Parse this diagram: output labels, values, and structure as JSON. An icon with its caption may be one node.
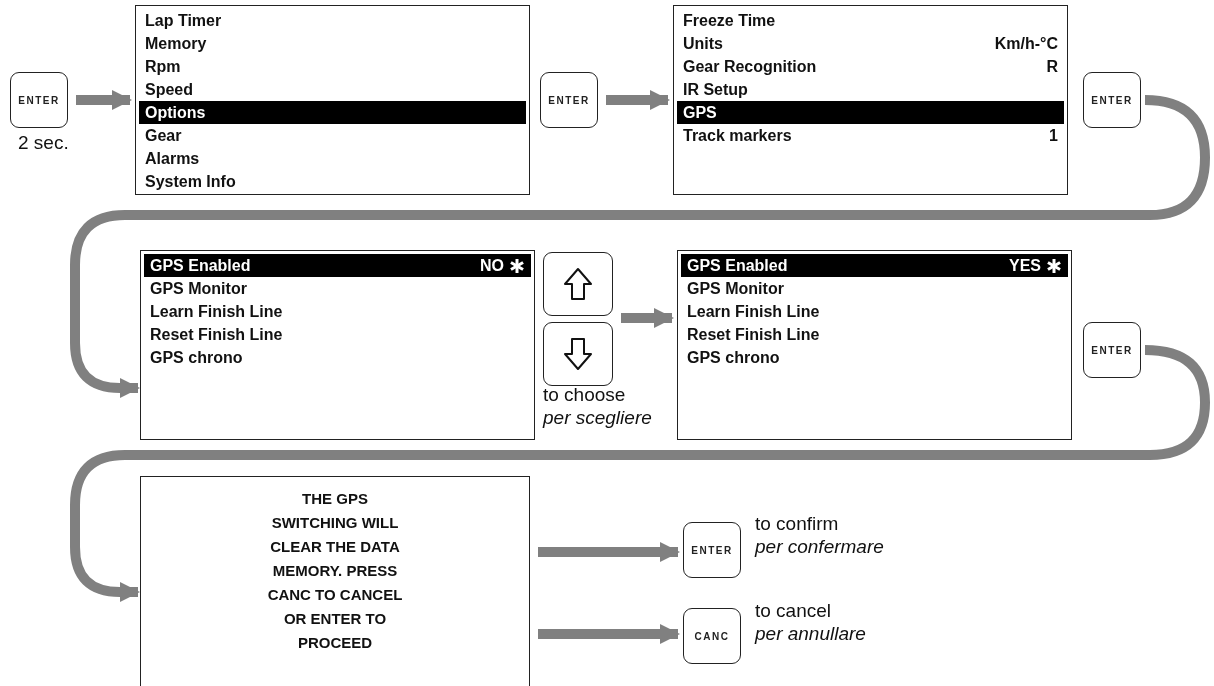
{
  "diagram": {
    "nodes": [
      {
        "text": [
          "ENTER"
        ],
        "beside": [
          "2 sec."
        ]
      },
      {
        "text": [
          "Lap Timer",
          "Memory",
          "Rpm",
          "Speed",
          "Options",
          "Gear",
          "Alarms",
          "System Info"
        ]
      },
      {
        "text": [
          "ENTER"
        ]
      },
      {
        "text": [
          "Freeze Time",
          "Units",
          "Km/h-°C",
          "Gear Recognition",
          "R",
          "IR Setup",
          "GPS",
          "Track markers",
          "1"
        ]
      },
      {
        "text": [
          "ENTER"
        ]
      },
      {
        "text": [
          "GPS Enabled",
          "NO",
          "GPS Monitor",
          "Learn Finish Line",
          "Reset Finish Line",
          "GPS chrono"
        ]
      },
      {
        "text": [],
        "shape": "box"
      },
      {
        "text": [],
        "shape": "box"
      },
      {
        "text": [
          "GPS Enabled",
          "YES",
          "GPS Monitor",
          "Learn Finish Line",
          "Reset Finish Line",
          "GPS chrono"
        ]
      },
      {
        "text": [
          "ENTER"
        ]
      },
      {
        "text": [
          "THE GPS SWITCHING WILL CLEAR THE DATA MEMORY. PRESS CANC TO CANCEL OR ENTER TO PROCEED"
        ]
      },
      {
        "text": [
          "ENTER"
        ],
        "beside": [
          "to confirm",
          "per confermare"
        ]
      },
      {
        "text": [
          "CANC"
        ],
        "beside": [
          "to cancel",
          "per annullare"
        ]
      }
    ],
    "edges": [
      {
        "from": 0,
        "to": 1,
        "arrow": "to"
      },
      {
        "from": 2,
        "to": 3,
        "arrow": "to"
      },
      {
        "from": 4,
        "to": 5,
        "arrow": "to"
      },
      {
        "from": 6,
        "to": 8,
        "arrow": "to"
      },
      {
        "from": 7,
        "to": 8,
        "arrow": "to"
      },
      {
        "from": 9,
        "to": 10,
        "arrow": "to"
      },
      {
        "from": 10,
        "to": 11,
        "arrow": "to"
      },
      {
        "from": 10,
        "to": 12,
        "arrow": "to"
      }
    ],
    "labels": [
      "to choose",
      "per scegliere"
    ]
  }
}
